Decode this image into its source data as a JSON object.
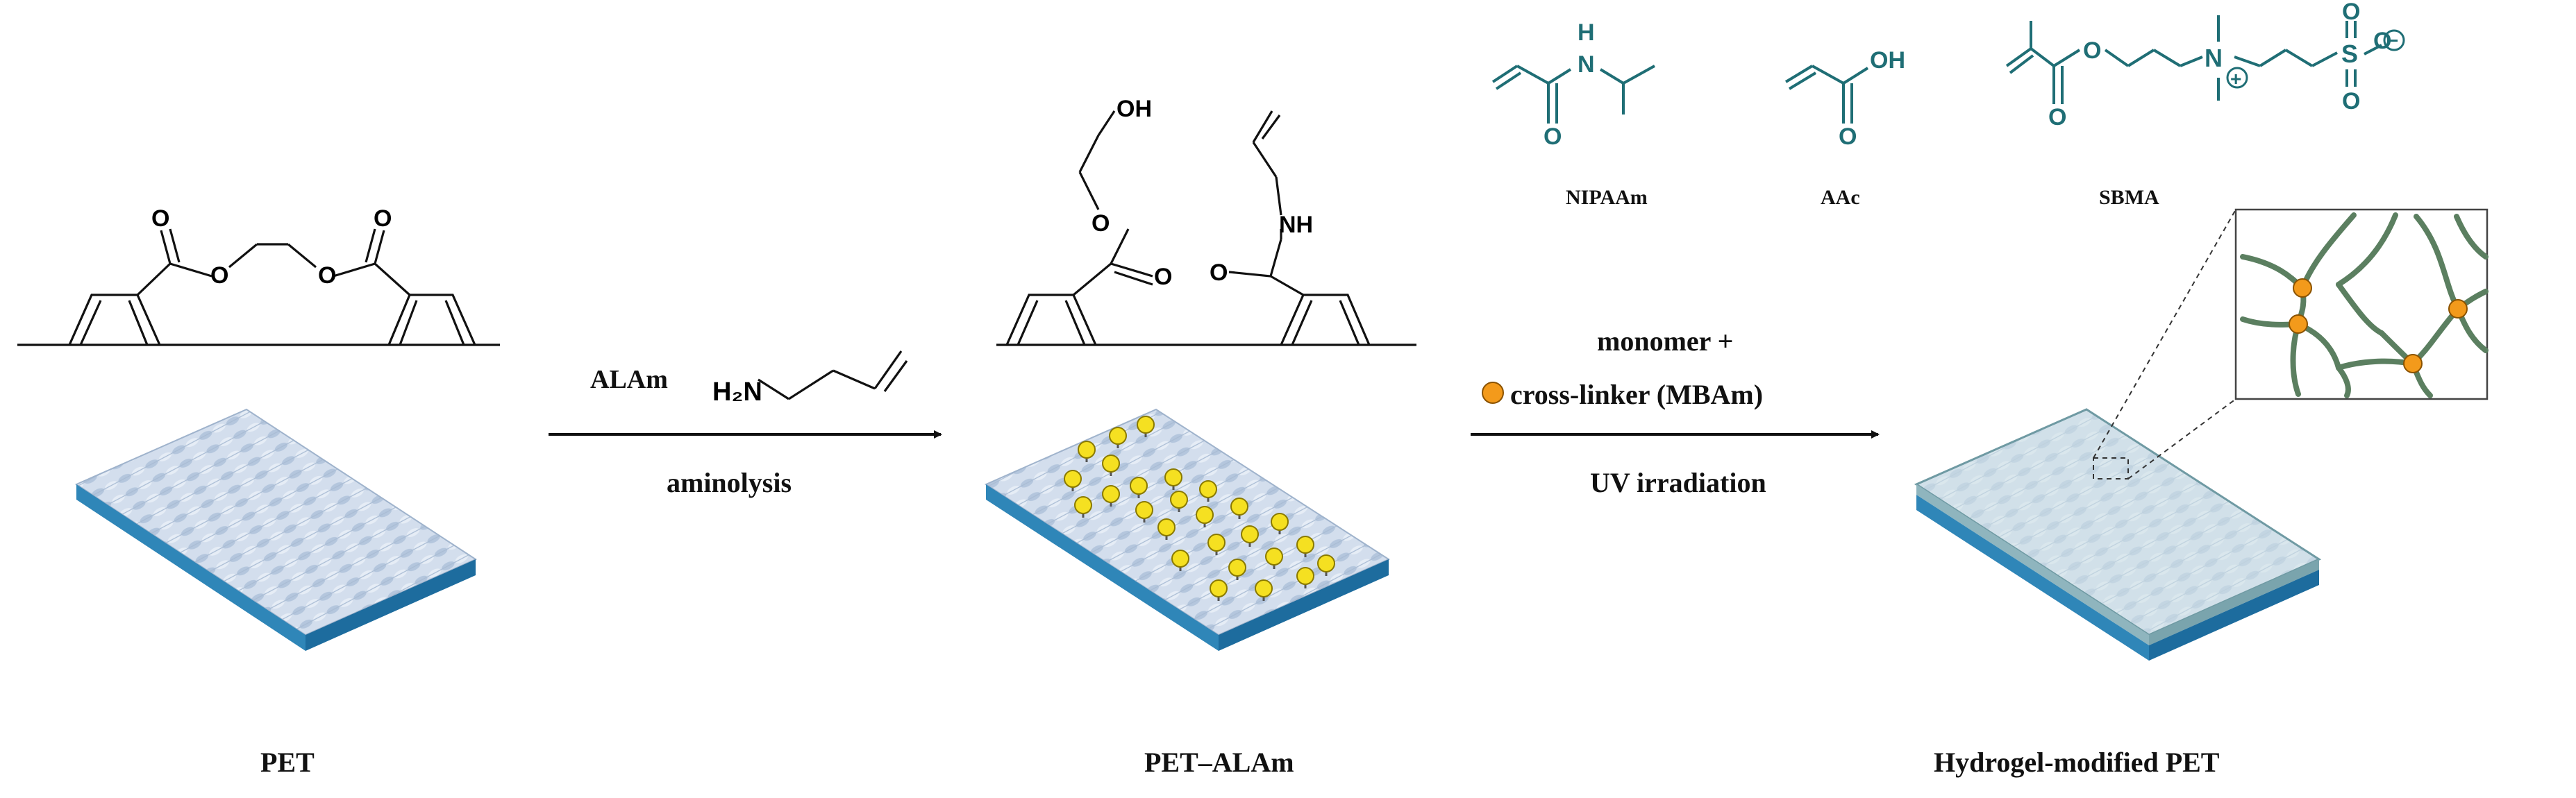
{
  "labels": {
    "pet": "PET",
    "pet_alam": "PET–ALAm",
    "hydrogel_pet": "Hydrogel-modified PET",
    "alam_reagent": "ALAm",
    "aminolysis": "aminolysis",
    "monomer_plus": "monomer +",
    "crosslinker": "cross-linker (MBAm)",
    "uv": "UV irradiation"
  },
  "monomers": [
    {
      "name": "NIPAAm"
    },
    {
      "name": "AAc"
    },
    {
      "name": "SBMA"
    }
  ],
  "atoms": {
    "O": "O",
    "NH": "NH",
    "OH": "OH",
    "H": "H",
    "N": "N",
    "H2N": "H₂N",
    "S": "S",
    "plus": "+",
    "minus": "−"
  },
  "colors": {
    "monomer": "#1f6e75",
    "fabric_top": "#c9d6e8",
    "fabric_edge": "#2f86b8",
    "fabric_edge_dark": "#1d6c9e",
    "yellow_ball": "#f5e021",
    "orange_node": "#f39a1b",
    "network": "#5b7f60"
  }
}
